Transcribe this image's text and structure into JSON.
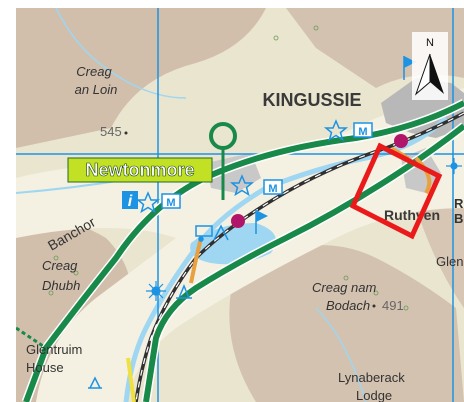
{
  "map": {
    "north_label": "N",
    "labels": {
      "creag_an_loin_1": "Creag",
      "creag_an_loin_2": "an Loin",
      "spot_545": "545",
      "kingussie": "KINGUSSIE",
      "newtonmore": "Newtonmore",
      "banchor": "Banchor",
      "ruthven": "Ruthven",
      "creag_dhubh_1": "Creag",
      "creag_dhubh_2": "Dhubh",
      "creag_nam_bodach_1": "Creag nam",
      "creag_nam_bodach_2": "Bodach",
      "spot_491": "491",
      "glentruim_1": "Glentruim",
      "glentruim_2": "House",
      "lynaberack_1": "Lynaberack",
      "lynaberack_2": "Lodge",
      "partial_glen": "Glen",
      "partial_r": "R",
      "partial_b": "B"
    },
    "info_icon_letter": "i",
    "colors": {
      "land": "#eae5cf",
      "hill": "#cdb9a6",
      "water": "#9fd6f2",
      "grid": "#1c93e3",
      "road": "#19894a",
      "rail": "#303030",
      "highlight": "#ea1a1a",
      "label_bg": "#c2e024"
    }
  }
}
